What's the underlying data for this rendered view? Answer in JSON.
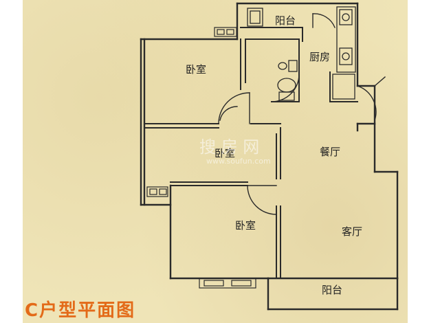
{
  "rooms": {
    "balcony_top": "阳台",
    "kitchen": "厨房",
    "bedroom_1": "卧室",
    "bedroom_2": "卧室",
    "bedroom_3": "卧室",
    "dining_room": "餐厅",
    "living_room": "客厅",
    "balcony_bottom": "阳台"
  },
  "watermark": {
    "brand": "搜 房 网",
    "url": "www.soufun.com"
  },
  "caption": "C户型平面图"
}
